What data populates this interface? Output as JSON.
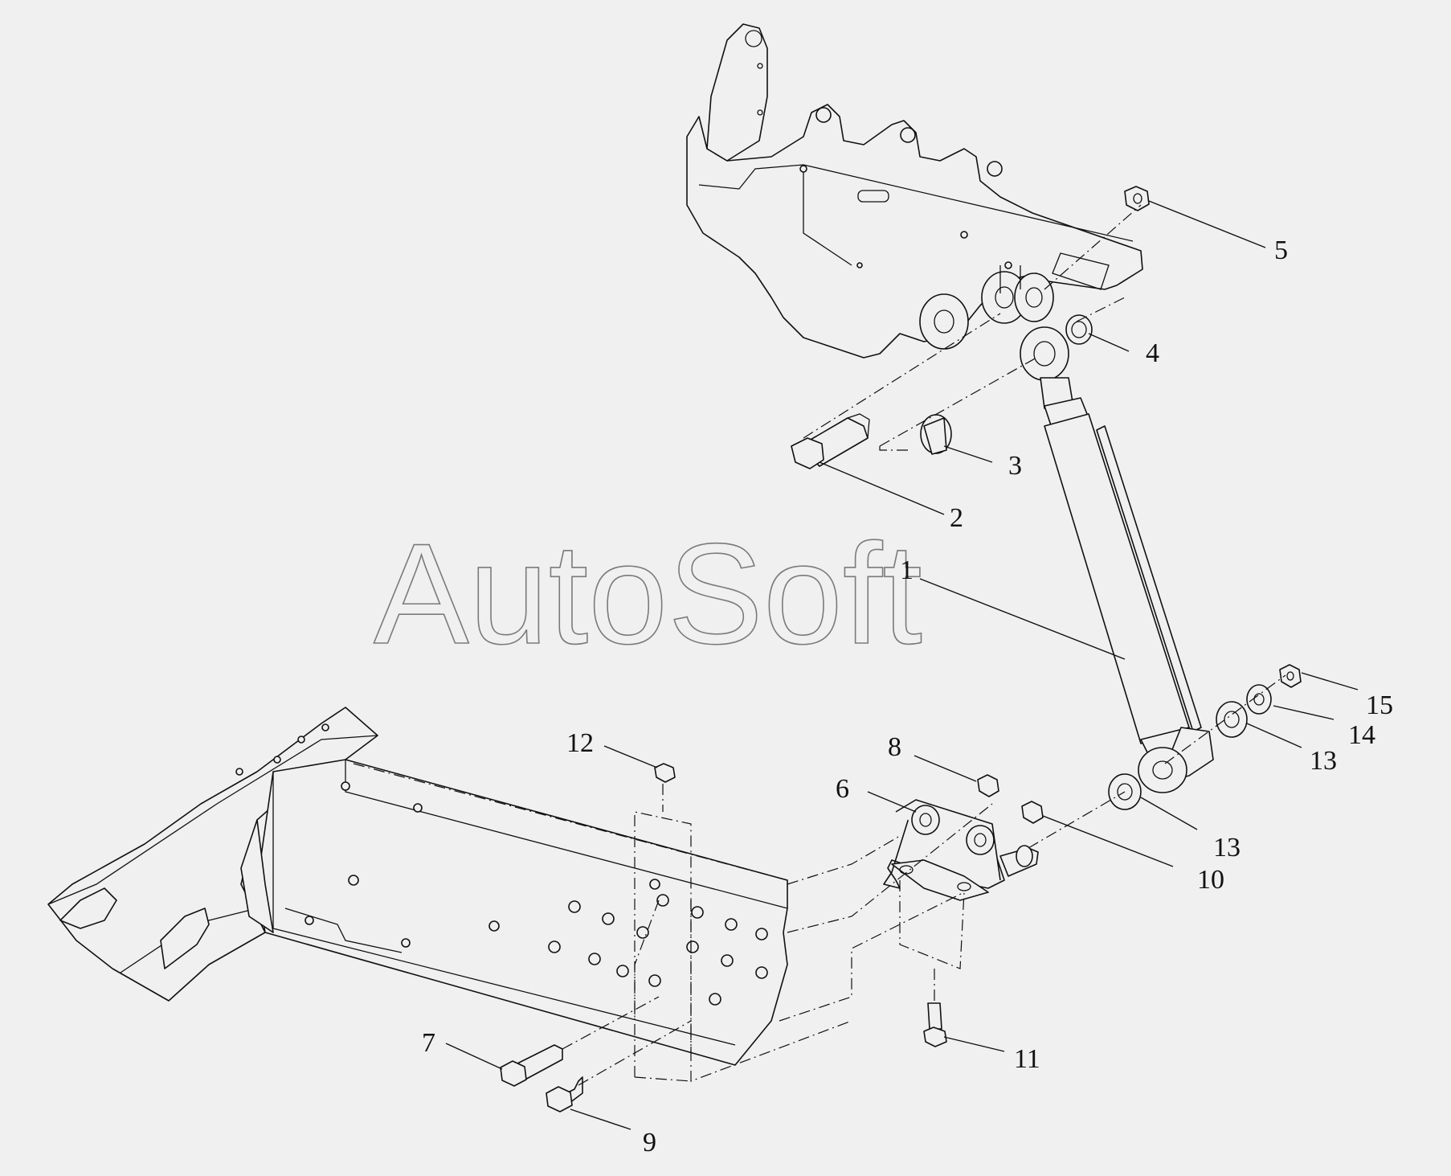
{
  "watermark": "AutoSoft",
  "callouts": [
    {
      "id": "c1",
      "label": "1"
    },
    {
      "id": "c2",
      "label": "2"
    },
    {
      "id": "c3",
      "label": "3"
    },
    {
      "id": "c4",
      "label": "4"
    },
    {
      "id": "c5",
      "label": "5"
    },
    {
      "id": "c6",
      "label": "6"
    },
    {
      "id": "c7",
      "label": "7"
    },
    {
      "id": "c8",
      "label": "8"
    },
    {
      "id": "c9",
      "label": "9"
    },
    {
      "id": "c10",
      "label": "10"
    },
    {
      "id": "c11",
      "label": "11"
    },
    {
      "id": "c12",
      "label": "12"
    },
    {
      "id": "c13a",
      "label": "13"
    },
    {
      "id": "c13b",
      "label": "13"
    },
    {
      "id": "c14",
      "label": "14"
    },
    {
      "id": "c15",
      "label": "15"
    }
  ],
  "colors": {
    "background": "#f0f0f0",
    "line": "#111111",
    "watermark": "#7a7a7a"
  }
}
